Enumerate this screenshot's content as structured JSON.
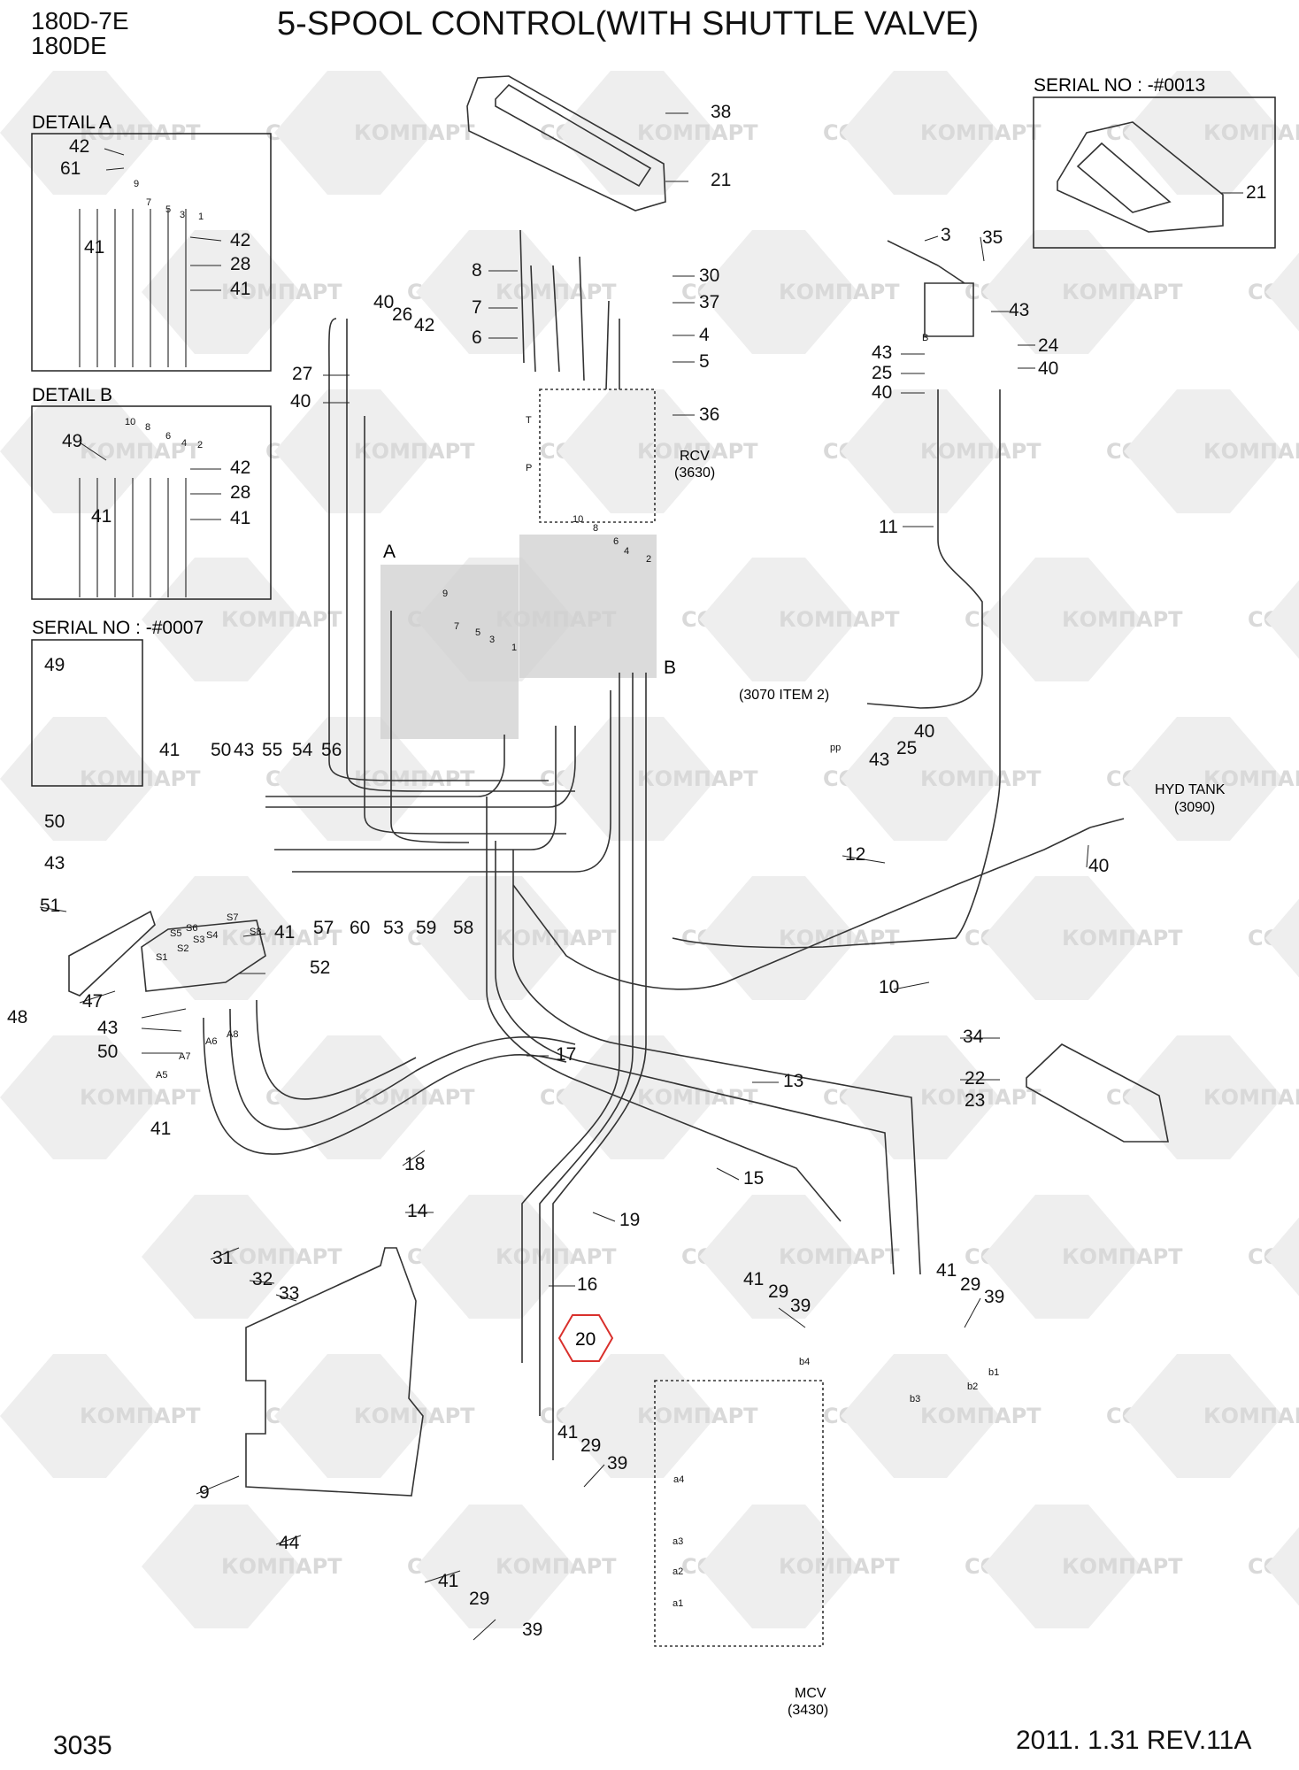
{
  "header": {
    "model_1": "180D-7E",
    "model_2": "180DE",
    "title": "5-SPOOL CONTROL(WITH SHUTTLE VALVE)"
  },
  "footer": {
    "page_number": "3035",
    "revision": "2011. 1.31  REV.11A"
  },
  "watermark": {
    "text_a": "КОМПАРТ",
    "text_b": "COMPART"
  },
  "panels": {
    "detail_a": "DETAIL A",
    "detail_b": "DETAIL B",
    "serial_0007": "SERIAL NO : -#0007",
    "serial_0013": "SERIAL NO : -#0013"
  },
  "refs": {
    "rcv": "RCV",
    "rcv_no": "(3630)",
    "mcv": "MCV",
    "mcv_no": "(3430)",
    "hyd_tank": "HYD TANK",
    "hyd_tank_no": "(3090)",
    "item_3070": "(3070 ITEM 2)",
    "zone_a": "A",
    "zone_b": "B"
  },
  "highlight": {
    "part": "20",
    "color": "#d9302c"
  },
  "callouts": [
    {
      "id": "c01",
      "t": "38"
    },
    {
      "id": "c02",
      "t": "21"
    },
    {
      "id": "c03",
      "t": "21"
    },
    {
      "id": "c04",
      "t": "8"
    },
    {
      "id": "c05",
      "t": "30"
    },
    {
      "id": "c06",
      "t": "7"
    },
    {
      "id": "c07",
      "t": "37"
    },
    {
      "id": "c08",
      "t": "6"
    },
    {
      "id": "c09",
      "t": "4"
    },
    {
      "id": "c10",
      "t": "5"
    },
    {
      "id": "c11",
      "t": "36"
    },
    {
      "id": "c12",
      "t": "3"
    },
    {
      "id": "c13",
      "t": "35"
    },
    {
      "id": "c14",
      "t": "43"
    },
    {
      "id": "c15",
      "t": "24"
    },
    {
      "id": "c16",
      "t": "43"
    },
    {
      "id": "c17",
      "t": "25"
    },
    {
      "id": "c18",
      "t": "40"
    },
    {
      "id": "c19",
      "t": "40"
    },
    {
      "id": "c20",
      "t": "40"
    },
    {
      "id": "c21",
      "t": "26"
    },
    {
      "id": "c22",
      "t": "42"
    },
    {
      "id": "c23",
      "t": "27"
    },
    {
      "id": "c24",
      "t": "40"
    },
    {
      "id": "c25",
      "t": "11"
    },
    {
      "id": "c26",
      "t": "42"
    },
    {
      "id": "c27",
      "t": "61"
    },
    {
      "id": "c28",
      "t": "41"
    },
    {
      "id": "c29",
      "t": "42"
    },
    {
      "id": "c30",
      "t": "28"
    },
    {
      "id": "c31",
      "t": "41"
    },
    {
      "id": "c32",
      "t": "49"
    },
    {
      "id": "c33",
      "t": "42"
    },
    {
      "id": "c34",
      "t": "28"
    },
    {
      "id": "c35",
      "t": "41"
    },
    {
      "id": "c36",
      "t": "41"
    },
    {
      "id": "c37",
      "t": "49"
    },
    {
      "id": "c38",
      "t": "41"
    },
    {
      "id": "c39",
      "t": "50"
    },
    {
      "id": "c40",
      "t": "43"
    },
    {
      "id": "c41",
      "t": "55"
    },
    {
      "id": "c42",
      "t": "54"
    },
    {
      "id": "c43",
      "t": "56"
    },
    {
      "id": "c44",
      "t": "50"
    },
    {
      "id": "c45",
      "t": "43"
    },
    {
      "id": "c46",
      "t": "51"
    },
    {
      "id": "c47",
      "t": "41"
    },
    {
      "id": "c48",
      "t": "57"
    },
    {
      "id": "c49",
      "t": "60"
    },
    {
      "id": "c50",
      "t": "53"
    },
    {
      "id": "c51",
      "t": "59"
    },
    {
      "id": "c52",
      "t": "58"
    },
    {
      "id": "c53",
      "t": "52"
    },
    {
      "id": "c54",
      "t": "47"
    },
    {
      "id": "c55",
      "t": "48"
    },
    {
      "id": "c56",
      "t": "43"
    },
    {
      "id": "c57",
      "t": "50"
    },
    {
      "id": "c58",
      "t": "41"
    },
    {
      "id": "c59",
      "t": "12"
    },
    {
      "id": "c60",
      "t": "40"
    },
    {
      "id": "c61",
      "t": "10"
    },
    {
      "id": "c62",
      "t": "25"
    },
    {
      "id": "c63",
      "t": "40"
    },
    {
      "id": "c64",
      "t": "43"
    },
    {
      "id": "c65",
      "t": "34"
    },
    {
      "id": "c66",
      "t": "22"
    },
    {
      "id": "c67",
      "t": "23"
    },
    {
      "id": "c68",
      "t": "17"
    },
    {
      "id": "c69",
      "t": "13"
    },
    {
      "id": "c70",
      "t": "18"
    },
    {
      "id": "c71",
      "t": "15"
    },
    {
      "id": "c72",
      "t": "14"
    },
    {
      "id": "c73",
      "t": "19"
    },
    {
      "id": "c74",
      "t": "31"
    },
    {
      "id": "c75",
      "t": "32"
    },
    {
      "id": "c76",
      "t": "33"
    },
    {
      "id": "c77",
      "t": "16"
    },
    {
      "id": "c78",
      "t": "41"
    },
    {
      "id": "c79",
      "t": "29"
    },
    {
      "id": "c80",
      "t": "39"
    },
    {
      "id": "c81",
      "t": "41"
    },
    {
      "id": "c82",
      "t": "29"
    },
    {
      "id": "c83",
      "t": "39"
    },
    {
      "id": "c84",
      "t": "9"
    },
    {
      "id": "c85",
      "t": "44"
    },
    {
      "id": "c86",
      "t": "41"
    },
    {
      "id": "c87",
      "t": "29"
    },
    {
      "id": "c88",
      "t": "39"
    },
    {
      "id": "c89",
      "t": "41"
    },
    {
      "id": "c90",
      "t": "29"
    },
    {
      "id": "c91",
      "t": "39"
    }
  ],
  "port_labels": [
    {
      "id": "p01",
      "t": "T"
    },
    {
      "id": "p02",
      "t": "P"
    },
    {
      "id": "p03",
      "t": "B"
    },
    {
      "id": "p04",
      "t": "pp"
    },
    {
      "id": "p05",
      "t": "9"
    },
    {
      "id": "p06",
      "t": "7"
    },
    {
      "id": "p07",
      "t": "5"
    },
    {
      "id": "p08",
      "t": "3"
    },
    {
      "id": "p09",
      "t": "1"
    },
    {
      "id": "p10",
      "t": "10"
    },
    {
      "id": "p11",
      "t": "8"
    },
    {
      "id": "p12",
      "t": "6"
    },
    {
      "id": "p13",
      "t": "4"
    },
    {
      "id": "p14",
      "t": "2"
    },
    {
      "id": "p15",
      "t": "9"
    },
    {
      "id": "p16",
      "t": "7"
    },
    {
      "id": "p17",
      "t": "5"
    },
    {
      "id": "p18",
      "t": "3"
    },
    {
      "id": "p19",
      "t": "1"
    },
    {
      "id": "p20",
      "t": "10"
    },
    {
      "id": "p21",
      "t": "8"
    },
    {
      "id": "p22",
      "t": "6"
    },
    {
      "id": "p23",
      "t": "4"
    },
    {
      "id": "p24",
      "t": "2"
    },
    {
      "id": "p25",
      "t": "A5"
    },
    {
      "id": "p26",
      "t": "A7"
    },
    {
      "id": "p27",
      "t": "A6"
    },
    {
      "id": "p28",
      "t": "A8"
    },
    {
      "id": "p29",
      "t": "S1"
    },
    {
      "id": "p30",
      "t": "S2"
    },
    {
      "id": "p31",
      "t": "S3"
    },
    {
      "id": "p32",
      "t": "S4"
    },
    {
      "id": "p33",
      "t": "S5"
    },
    {
      "id": "p34",
      "t": "S6"
    },
    {
      "id": "p35",
      "t": "S7"
    },
    {
      "id": "p36",
      "t": "S8"
    },
    {
      "id": "p37",
      "t": "b4"
    },
    {
      "id": "p38",
      "t": "b3"
    },
    {
      "id": "p39",
      "t": "b2"
    },
    {
      "id": "p40",
      "t": "b1"
    },
    {
      "id": "p41",
      "t": "a4"
    },
    {
      "id": "p42",
      "t": "a3"
    },
    {
      "id": "p43",
      "t": "a2"
    },
    {
      "id": "p44",
      "t": "a1"
    }
  ]
}
